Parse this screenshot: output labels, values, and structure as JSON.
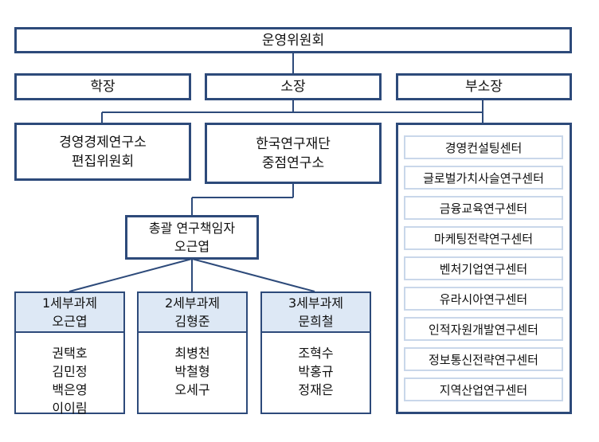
{
  "committee": "운영위원회",
  "roles": {
    "school": "학장",
    "director": "소장",
    "vice_director": "부소장"
  },
  "editorial": [
    "경영경제연구소",
    "편집위원회"
  ],
  "foundation": [
    "한국연구재단",
    "중점연구소"
  ],
  "pi": [
    "총괄 연구책임자",
    "오근엽"
  ],
  "subprojects": [
    {
      "title": "1세부과제",
      "leader": "오근엽",
      "members": [
        "권택호",
        "김민정",
        "백은영",
        "이이림"
      ]
    },
    {
      "title": "2세부과제",
      "leader": "김형준",
      "members": [
        "최병천",
        "박철형",
        "오세구"
      ]
    },
    {
      "title": "3세부과제",
      "leader": "문희철",
      "members": [
        "조혁수",
        "박홍규",
        "정재은"
      ]
    }
  ],
  "centers": [
    "경영컨설팅센터",
    "글로벌가치사슬연구센터",
    "금융교육연구센터",
    "마케팅전략연구센터",
    "벤처기업연구센터",
    "유라시아연구센터",
    "인적자원개발연구센터",
    "정보통신전략연구센터",
    "지역산업연구센터"
  ],
  "colors": {
    "border": "#2d4a7a",
    "header_fill": "#dde8f5",
    "center_item_border": "#c9d7ea"
  }
}
